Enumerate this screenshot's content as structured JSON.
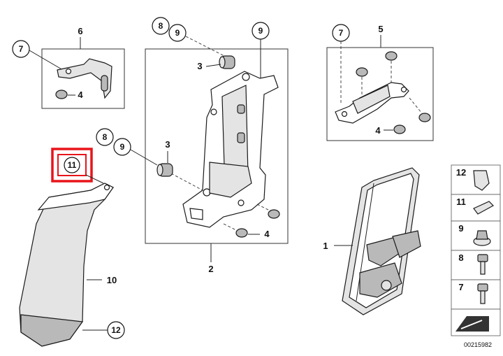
{
  "callouts": {
    "c1": "1",
    "c2": "2",
    "c3a": "3",
    "c3b": "3",
    "c4a": "4",
    "c4b": "4",
    "c4c": "4",
    "c5": "5",
    "c6": "6",
    "c7a": "7",
    "c7b": "7",
    "c8a": "8",
    "c8b": "8",
    "c9a": "9",
    "c9b": "9",
    "c9c": "9",
    "c10": "10",
    "c11": "11",
    "c12": "12"
  },
  "legend": {
    "l12": "12",
    "l11": "11",
    "l9": "9",
    "l8": "8",
    "l7": "7"
  },
  "diagram_code": "00215982",
  "highlight_color": "#e8141a"
}
